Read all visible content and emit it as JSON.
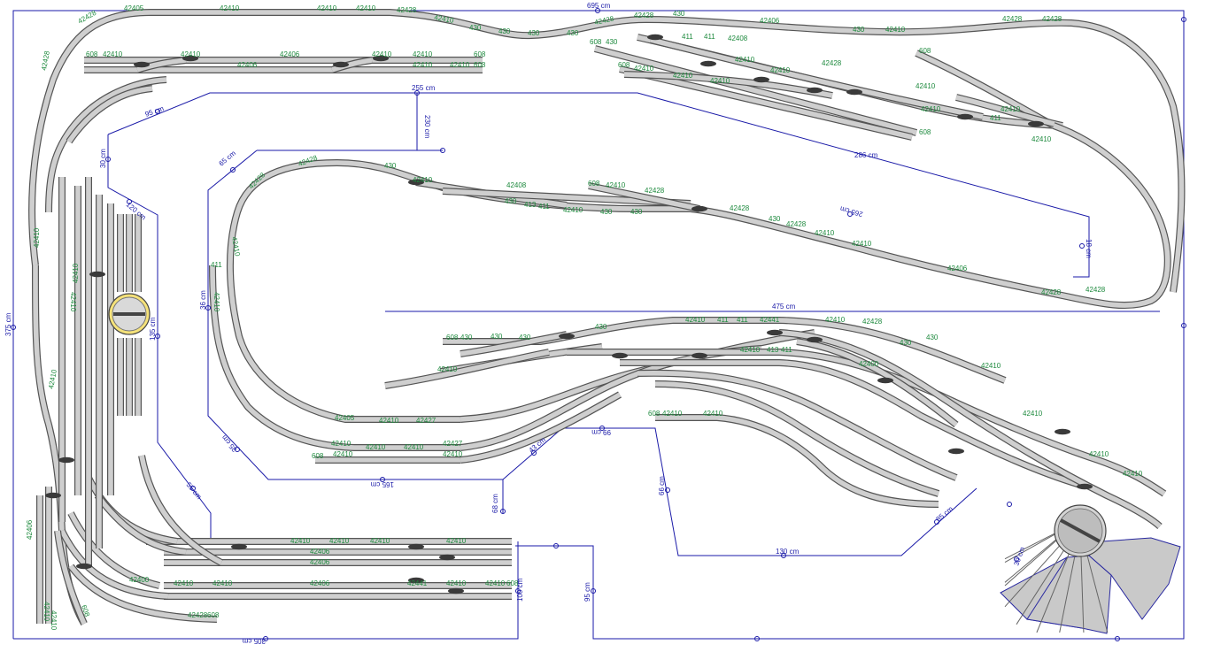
{
  "labels": {
    "top": [
      "42428",
      "42405",
      "42410",
      "42410",
      "42410",
      "42428",
      "42410",
      "430",
      "430",
      "430",
      "42428",
      "430",
      "42428",
      "430",
      "42406",
      "430",
      "42410",
      "42428",
      "42428"
    ],
    "upper_yard": [
      "608",
      "42410",
      "42410",
      "42406",
      "42406",
      "42410",
      "42410",
      "608",
      "42410",
      "42410",
      "608"
    ],
    "right_yard": [
      "608",
      "430",
      "411",
      "411",
      "42408",
      "608",
      "42410",
      "42410",
      "42410",
      "42428",
      "42410",
      "42410",
      "42410",
      "42410",
      "42410",
      "411",
      "42410",
      "608",
      "608"
    ],
    "inner_loop": [
      "42428",
      "430",
      "42410",
      "42408",
      "608",
      "42410",
      "42428",
      "430",
      "413",
      "411",
      "42410",
      "430",
      "430",
      "42428",
      "430",
      "42428",
      "42410",
      "42410",
      "42406",
      "42428",
      "42428"
    ],
    "left_inner": [
      "411",
      "42410",
      "42410",
      "42405",
      "42410",
      "42427",
      "42410",
      "42410",
      "42410",
      "42410",
      "42427",
      "42410",
      "42428",
      "608"
    ],
    "lower_yard": [
      "608",
      "430",
      "430",
      "430",
      "42410",
      "430",
      "42410",
      "411",
      "411",
      "42441",
      "42410",
      "42428",
      "42410",
      "413",
      "411",
      "42400",
      "430",
      "430",
      "42410",
      "42410",
      "42410",
      "42410",
      "608",
      "42410",
      "42410"
    ],
    "bottom": [
      "42410",
      "42410",
      "42410",
      "42410",
      "42406",
      "42406",
      "42400",
      "42410",
      "42410",
      "42406",
      "42441",
      "42410",
      "42410",
      "608",
      "42428",
      "608"
    ],
    "left_edge": [
      "42428",
      "42410",
      "42410",
      "42410",
      "42410",
      "42406",
      "42410",
      "42410",
      "608"
    ]
  },
  "dimensions": [
    {
      "text": "695 cm"
    },
    {
      "text": "255 cm"
    },
    {
      "text": "95 cm"
    },
    {
      "text": "30 cm"
    },
    {
      "text": "230 cm"
    },
    {
      "text": "286 cm"
    },
    {
      "text": "18 cm"
    },
    {
      "text": "265 cm"
    },
    {
      "text": "475 cm"
    },
    {
      "text": "375 cm"
    },
    {
      "text": "135 cm"
    },
    {
      "text": "36 cm"
    },
    {
      "text": "120 cm"
    },
    {
      "text": "65 cm"
    },
    {
      "text": "55 cm"
    },
    {
      "text": "35 cm"
    },
    {
      "text": "165 cm"
    },
    {
      "text": "130 cm"
    },
    {
      "text": "68 cm"
    },
    {
      "text": "43 cm"
    },
    {
      "text": "99 cm"
    },
    {
      "text": "66 cm"
    },
    {
      "text": "85 cm"
    },
    {
      "text": "95 cm"
    },
    {
      "text": "305 cm"
    },
    {
      "text": "100 cm"
    },
    {
      "text": "30 cm"
    }
  ],
  "colors": {
    "track_edge": "#555555",
    "track_fill": "#cfcfcf",
    "outline": "#1a1aa8",
    "label": "#1e8a3e"
  }
}
